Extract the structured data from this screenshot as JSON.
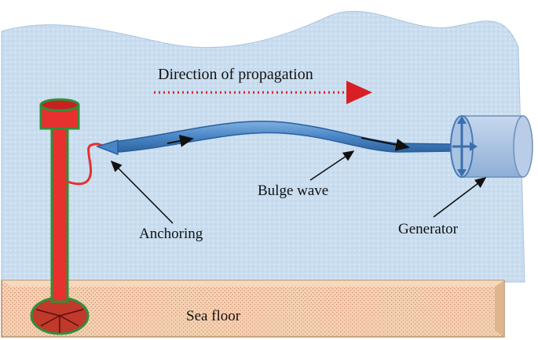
{
  "labels": {
    "direction": "Direction of propagation",
    "bulge_wave": "Bulge wave",
    "anchoring": "Anchoring",
    "generator": "Generator",
    "sea_floor": "Sea floor"
  },
  "colors": {
    "water": "#c9ddef",
    "sand": "#f2cfaa",
    "buoy_red": "#e8302e",
    "buoy_outline": "#2f8f3a",
    "tube_blue": "#4a86c6",
    "generator_blue": "#a9c3e2",
    "arrow_red": "#d81f26"
  }
}
